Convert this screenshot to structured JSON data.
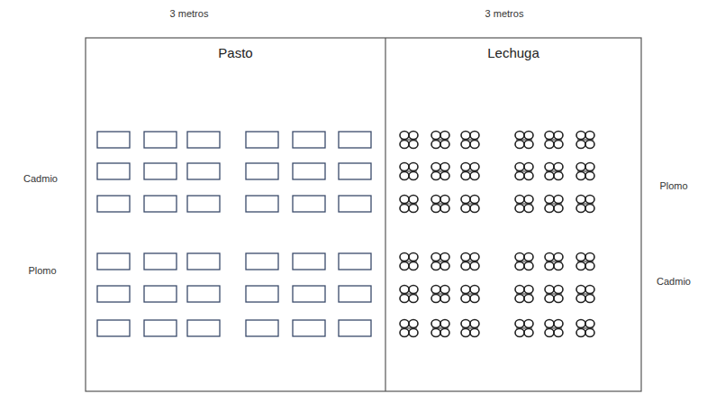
{
  "diagram": {
    "nodes": [
      {
        "text": [
          "Pasto"
        ]
      },
      {
        "text": [
          "Lechuga"
        ]
      }
    ],
    "labels": [
      "3 metros",
      "3 metros",
      "Cadmio",
      "Plomo",
      "Plomo",
      "Cadmio"
    ]
  }
}
